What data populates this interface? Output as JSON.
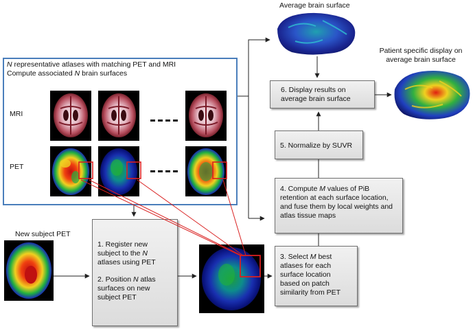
{
  "top": {
    "average_surface_label": "Average brain surface",
    "patient_display_label_line1": "Patient specific display on",
    "patient_display_label_line2": "average brain surface"
  },
  "atlas_panel": {
    "line1_prefix": "N",
    "line1_rest": " representative atlases with matching PET and MRI",
    "line2_prefix": "Compute associated ",
    "line2_n": "N",
    "line2_rest": " brain surfaces",
    "mri_label": "MRI",
    "pet_label": "PET"
  },
  "new_subject": {
    "label": "New subject PET"
  },
  "steps": {
    "step1": {
      "a": "1. Register new",
      "b_prefix": "subject to the ",
      "b_n": "N",
      "c": "atlases using PET"
    },
    "step2": {
      "a_prefix": "2. Position ",
      "a_n": "N",
      "a_rest": " atlas",
      "b": "surfaces on new",
      "c": "subject PET"
    },
    "step3": {
      "a_prefix": "3. Select ",
      "a_m": "M",
      "a_rest": " best",
      "b": "atlases for each",
      "c": "surface location",
      "d": "based on patch",
      "e": "similarity from PET"
    },
    "step4": {
      "a_prefix": "4. Compute ",
      "a_m": "M",
      "a_rest": " values of PiB",
      "b": "retention at each surface location,",
      "c": "and fuse them by local weights and",
      "d": "atlas tissue maps"
    },
    "step5": {
      "a": "5. Normalize by SUVR"
    },
    "step6": {
      "a": "6. Display results on",
      "b": "average brain surface"
    }
  },
  "colors": {
    "frame_blue": "#4a7ebb",
    "patch_red": "#d92020",
    "arrow": "#222222"
  }
}
